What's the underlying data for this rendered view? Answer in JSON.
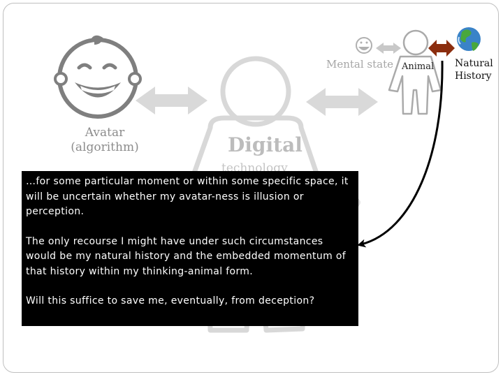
{
  "diagram": {
    "labels": {
      "avatar": "Avatar\n(algorithm)",
      "mental_state": "Mental state",
      "animal": "Animal",
      "natural_history": "Natural\nHistory",
      "digital": "Digital",
      "technology": "technology"
    },
    "quote_paragraphs": [
      "…for some particular moment or within some specific space, it will be uncertain whether my avatar-ness is illusion or perception.",
      "The only recourse I might have under such circumstances would be my natural history and the embedded momentum of that history within my thinking-animal form.",
      "Will this suffice to save me, eventually, from deception?"
    ]
  },
  "colors": {
    "double_arrow": "#d9d9d9",
    "red_arrow": "#8b2d0e",
    "figure_outline": "#cfcfcf",
    "text_box": "#000000"
  },
  "icons": [
    "smiley-face-icon",
    "person-figure-icon",
    "globe-icon"
  ]
}
